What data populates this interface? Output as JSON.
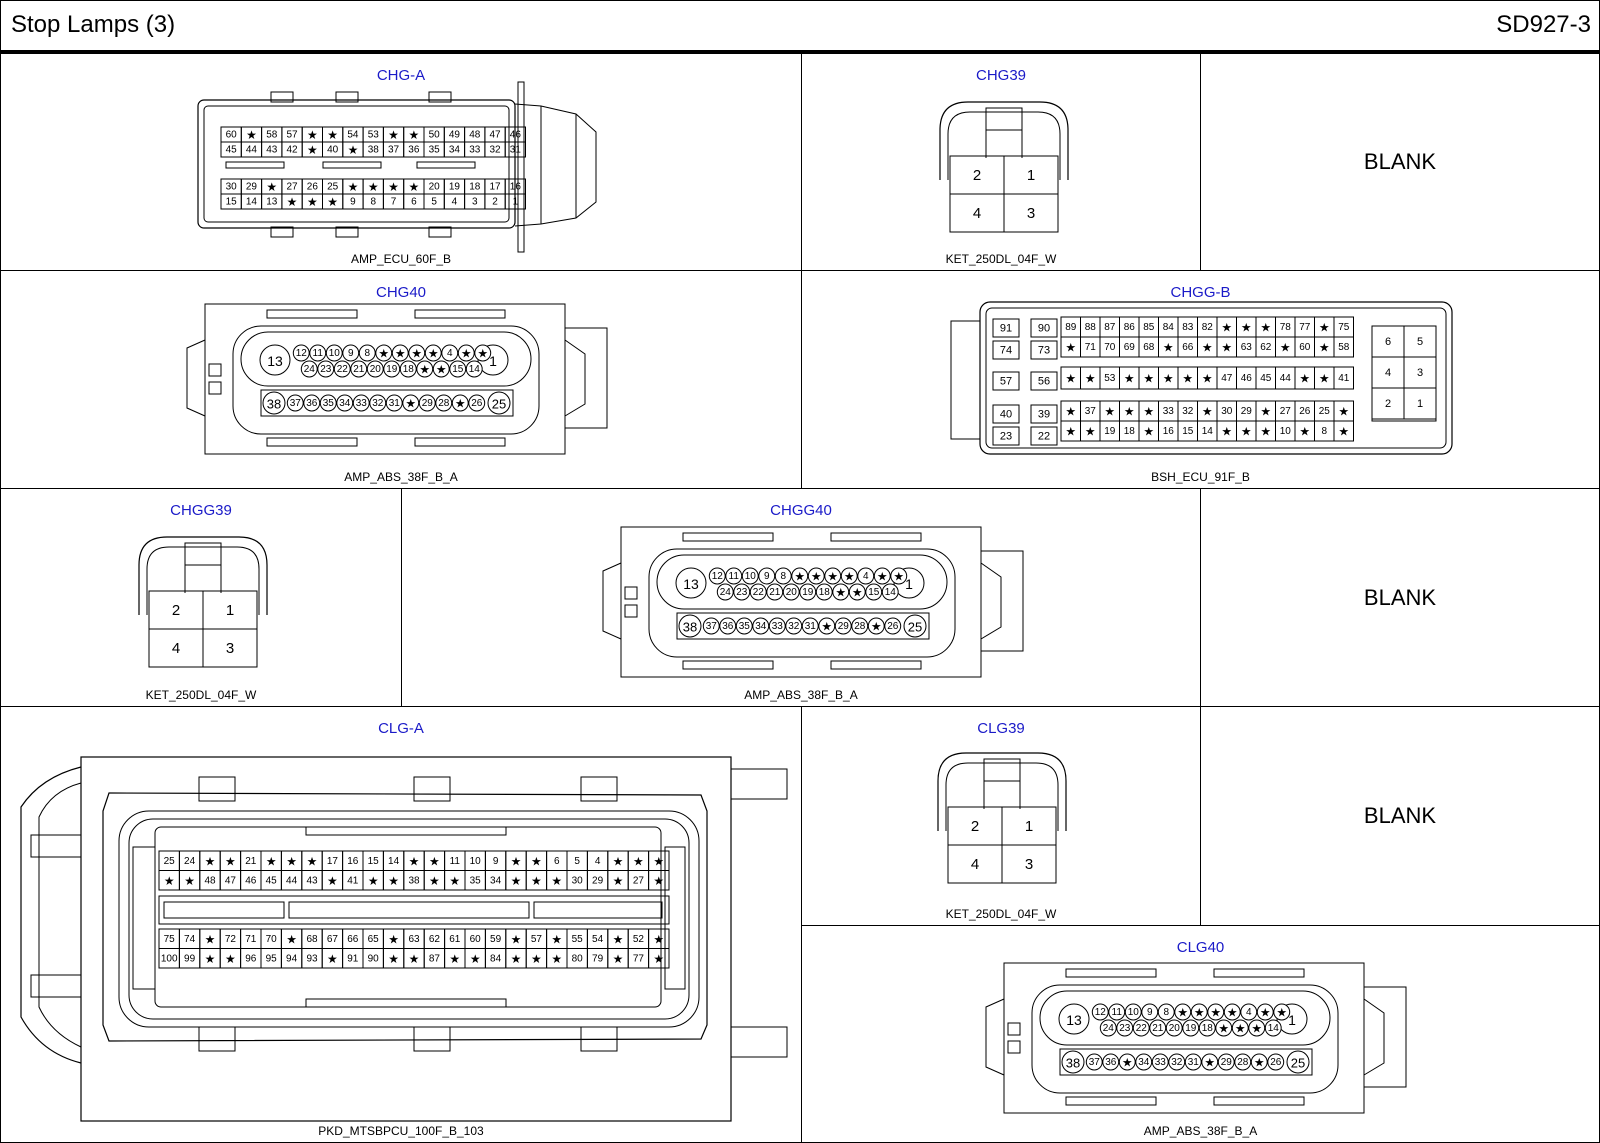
{
  "header": {
    "title": "Stop Lamps (3)",
    "code": "SD927-3"
  },
  "star": "★",
  "cells": {
    "chg_a": {
      "title": "CHG-A",
      "part": "AMP_ECU_60F_B"
    },
    "chg39": {
      "title": "CHG39",
      "part": "KET_250DL_04F_W"
    },
    "blank1": {
      "text": "BLANK"
    },
    "chg40": {
      "title": "CHG40",
      "part": "AMP_ABS_38F_B_A"
    },
    "chgg_b": {
      "title": "CHGG-B",
      "part": "BSH_ECU_91F_B"
    },
    "chgg39": {
      "title": "CHGG39",
      "part": "KET_250DL_04F_W"
    },
    "chgg40": {
      "title": "CHGG40",
      "part": "AMP_ABS_38F_B_A"
    },
    "blank2": {
      "text": "BLANK"
    },
    "clg_a": {
      "title": "CLG-A",
      "part": "PKD_MTSBPCU_100F_B_103"
    },
    "clg39": {
      "title": "CLG39",
      "part": "KET_250DL_04F_W"
    },
    "blank3": {
      "text": "BLANK"
    },
    "clg40": {
      "title": "CLG40",
      "part": "AMP_ABS_38F_B_A"
    }
  },
  "connectors": {
    "chg_a": [
      [
        "60",
        "*",
        "58",
        "57",
        "*",
        "*",
        "54",
        "53",
        "*",
        "*",
        "50",
        "49",
        "48",
        "47",
        "46"
      ],
      [
        "45",
        "44",
        "43",
        "42",
        "*",
        "40",
        "*",
        "38",
        "37",
        "36",
        "35",
        "34",
        "33",
        "32",
        "31"
      ],
      [
        "30",
        "29",
        "*",
        "27",
        "26",
        "25",
        "*",
        "*",
        "*",
        "*",
        "20",
        "19",
        "18",
        "17",
        "16"
      ],
      [
        "15",
        "14",
        "13",
        "*",
        "*",
        "*",
        "9",
        "8",
        "7",
        "6",
        "5",
        "4",
        "3",
        "2",
        "1"
      ]
    ],
    "quad": [
      [
        "2",
        "1"
      ],
      [
        "4",
        "3"
      ]
    ],
    "abs38": {
      "big": [
        "13",
        "1",
        "38",
        "25"
      ],
      "row1": [
        "12",
        "11",
        "10",
        "9",
        "8",
        "*",
        "*",
        "*",
        "*",
        "4",
        "*",
        "*"
      ],
      "row2": [
        "24",
        "23",
        "22",
        "21",
        "20",
        "19",
        "18",
        "*",
        "*",
        "15",
        "14"
      ],
      "row3": [
        "37",
        "36",
        "35",
        "34",
        "33",
        "32",
        "31",
        "*",
        "29",
        "28",
        "*",
        "26"
      ]
    },
    "abs38_clg40": {
      "big": [
        "13",
        "1",
        "38",
        "25"
      ],
      "row1": [
        "12",
        "11",
        "10",
        "9",
        "8",
        "*",
        "*",
        "*",
        "*",
        "4",
        "*",
        "*"
      ],
      "row2": [
        "24",
        "23",
        "22",
        "21",
        "20",
        "19",
        "18",
        "*",
        "*",
        "*",
        "14"
      ],
      "row3": [
        "37",
        "36",
        "*",
        "34",
        "33",
        "32",
        "31",
        "*",
        "29",
        "28",
        "*",
        "26"
      ]
    },
    "chgg_b": {
      "left": [
        [
          "91",
          "90"
        ],
        [
          "74",
          "73"
        ],
        [
          "57",
          "56"
        ],
        [
          "40",
          "39"
        ],
        [
          "23",
          "22"
        ]
      ],
      "main": [
        [
          "89",
          "88",
          "87",
          "86",
          "85",
          "84",
          "83",
          "82",
          "*",
          "*",
          "*",
          "78",
          "77",
          "*",
          "75"
        ],
        [
          "*",
          "71",
          "70",
          "69",
          "68",
          "*",
          "66",
          "*",
          "*",
          "63",
          "62",
          "*",
          "60",
          "*",
          "58"
        ],
        [
          "*",
          "*",
          "53",
          "*",
          "*",
          "*",
          "*",
          "*",
          "47",
          "46",
          "45",
          "44",
          "*",
          "*",
          "41"
        ],
        [
          "*",
          "37",
          "*",
          "*",
          "*",
          "33",
          "32",
          "*",
          "30",
          "29",
          "*",
          "27",
          "26",
          "25",
          "*"
        ],
        [
          "*",
          "*",
          "19",
          "18",
          "*",
          "16",
          "15",
          "14",
          "*",
          "*",
          "*",
          "10",
          "*",
          "8",
          "*"
        ]
      ],
      "right": [
        [
          "6",
          "5"
        ],
        [
          "4",
          "3"
        ],
        [
          "2",
          "1"
        ]
      ]
    },
    "clg_a": [
      [
        "25",
        "24",
        "*",
        "*",
        "21",
        "*",
        "*",
        "*",
        "17",
        "16",
        "15",
        "14",
        "*",
        "*",
        "11",
        "10",
        "9",
        "*",
        "*",
        "6",
        "5",
        "4",
        "*",
        "*",
        "*"
      ],
      [
        "*",
        "*",
        "48",
        "47",
        "46",
        "45",
        "44",
        "43",
        "*",
        "41",
        "*",
        "*",
        "38",
        "*",
        "*",
        "35",
        "34",
        "*",
        "*",
        "*",
        "30",
        "29",
        "*",
        "27",
        "*"
      ],
      [
        "75",
        "74",
        "*",
        "72",
        "71",
        "70",
        "*",
        "68",
        "67",
        "66",
        "65",
        "*",
        "63",
        "62",
        "61",
        "60",
        "59",
        "*",
        "57",
        "*",
        "55",
        "54",
        "*",
        "52",
        "*"
      ],
      [
        "100",
        "99",
        "*",
        "*",
        "96",
        "95",
        "94",
        "93",
        "*",
        "91",
        "90",
        "*",
        "*",
        "87",
        "*",
        "*",
        "84",
        "*",
        "*",
        "*",
        "80",
        "79",
        "*",
        "77",
        "*"
      ]
    ]
  }
}
